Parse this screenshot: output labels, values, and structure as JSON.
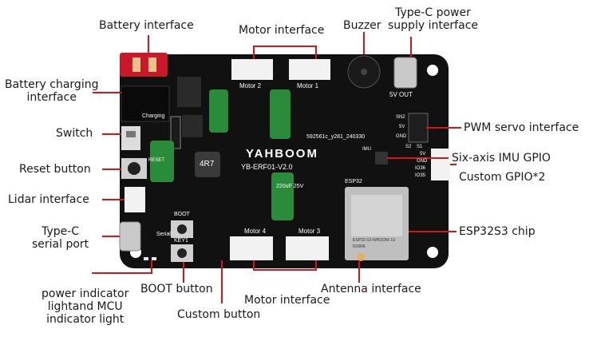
{
  "callouts": {
    "battery_interface": "Battery interface",
    "motor_interface_top": "Motor interface",
    "buzzer": "Buzzer",
    "typec_power": [
      "Type-C power",
      "supply interface"
    ],
    "battery_charging": [
      "Battery charging",
      "interface"
    ],
    "switch": "Switch",
    "reset_button": "Reset button",
    "lidar_interface": "Lidar interface",
    "typec_serial": [
      "Type-C",
      "serial port"
    ],
    "power_indicator": [
      "power indicator",
      "lightand MCU",
      "indicator light"
    ],
    "boot_button": "BOOT button",
    "custom_button": "Custom button",
    "motor_interface_bottom": "Motor interface",
    "antenna_interface": "Antenna interface",
    "pwm_servo": "PWM servo interface",
    "six_axis_imu": "Six-axis IMU GPIO",
    "custom_gpio": "Custom GPIO*2",
    "esp32s3_chip": "ESP32S3 chip"
  },
  "board": {
    "brand": "YAHBOOM",
    "model": "YB-ERF01-V2.0",
    "serial": "592561c_y281_240330",
    "motor_labels": [
      "Motor 2",
      "Motor 1",
      "Motor 4",
      "Motor 3"
    ],
    "five_v_out": "5V OUT",
    "inductor": "4R7",
    "cap_value": "220uF 25V",
    "esp_label": "ESP32",
    "boot_label": "BOOT",
    "key1_label": "KEY1",
    "reset_label": "RESET",
    "charging_label": "Charging",
    "serial_label": "Serial",
    "pin_labels": [
      "SN2",
      "5V",
      "GND",
      "S2",
      "S1",
      "5V",
      "GND",
      "IO36",
      "IO35",
      "IMU"
    ],
    "module_text": [
      "ESP32-S3-WROOM-1U",
      "N16R8"
    ]
  },
  "colors": {
    "board": "#111111",
    "battery_connector": "#c8192a",
    "callout_line": "#d7141a",
    "capacitor": "#2a8c3b",
    "connector": "#f2f2f2",
    "esp_module": "#bfbfbf"
  }
}
